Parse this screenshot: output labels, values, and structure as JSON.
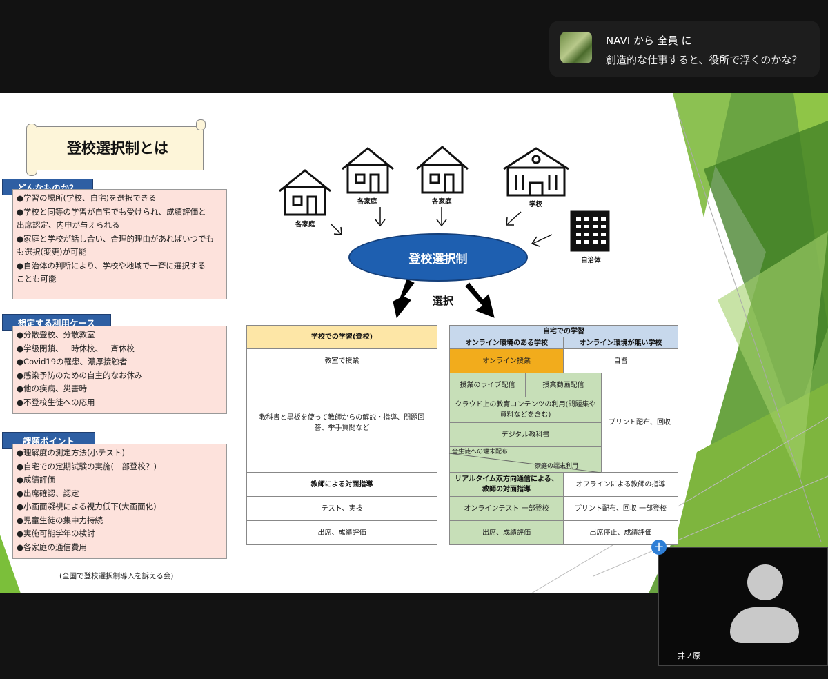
{
  "chat": {
    "sender": "NAVI から 全員 に",
    "message": "創造的な仕事すると、役所で浮くのかな？"
  },
  "slide": {
    "title": "登校選択制とは",
    "sections": [
      {
        "heading": "どんなものか？",
        "items": [
          "●学習の場所(学校、自宅)を選択できる",
          "●学校と同等の学習が自宅でも受けられ、成績評価と",
          "出席認定、内申が与えられる",
          "●家庭と学校が話し合い、合理的理由があればいつでも",
          "も選択(変更)が可能",
          "●自治体の判断により、学校や地域で一斉に選択する",
          "ことも可能"
        ]
      },
      {
        "heading": "想定する利用ケース",
        "items": [
          "●分散登校、分散教室",
          "●学級閉鎖、一時休校、一斉休校",
          "●Covid19の罹患、濃厚接触者",
          "●感染予防のための自主的なお休み",
          "●他の疾病、災害時",
          "●不登校生徒への応用"
        ]
      },
      {
        "heading": "課題ポイント",
        "items": [
          "●理解度の測定方法(小テスト)",
          "●自宅での定期試験の実施(一部登校？)",
          "●成績評価",
          "●出席確認、認定",
          "●小画面凝視による視力低下(大画面化)",
          "●児童生徒の集中力持続",
          "●実施可能学年の検討",
          "●各家庭の通信費用"
        ]
      }
    ],
    "footer": "(全国で登校選択制導入を訴える会)",
    "diagram": {
      "hub": "登校選択制",
      "labels": [
        "各家庭",
        "各家庭",
        "各家庭",
        "学校",
        "自治体"
      ],
      "select": "選択"
    },
    "table": {
      "school_header": "学校での学習(登校)",
      "school_rows": [
        "教室で授業",
        "教科書と黒板を使って教師からの解説・指導、問題回答、挙手質問など",
        "教師による対面指導",
        "テスト、実技",
        "出席、成績評価"
      ],
      "home_header": "自宅での学習",
      "home_online_header": "オンライン環境のある学校",
      "home_offline_header": "オンライン環境が無い学校",
      "online_lesson": "オンライン授業",
      "self_study": "自習",
      "live": "授業のライブ配信",
      "video": "授業動画配信",
      "cloud": "クラウド上の教育コンテンツの利用(問題集や資料などを含む)",
      "digital": "デジタル教科書",
      "device_all": "全生徒への端末配布",
      "device_home": "家庭の端末利用",
      "print": "プリント配布、回収",
      "realtime": "リアルタイム双方向通信による、教師の対面指導",
      "offline_teacher": "オフラインによる教師の指導",
      "online_test": "オンラインテスト 一部登校",
      "print2": "プリント配布、回収 一部登校",
      "eval_online": "出席、成績評価",
      "eval_offline": "出席停止、成績評価"
    }
  },
  "video": {
    "name": "井ノ原"
  }
}
